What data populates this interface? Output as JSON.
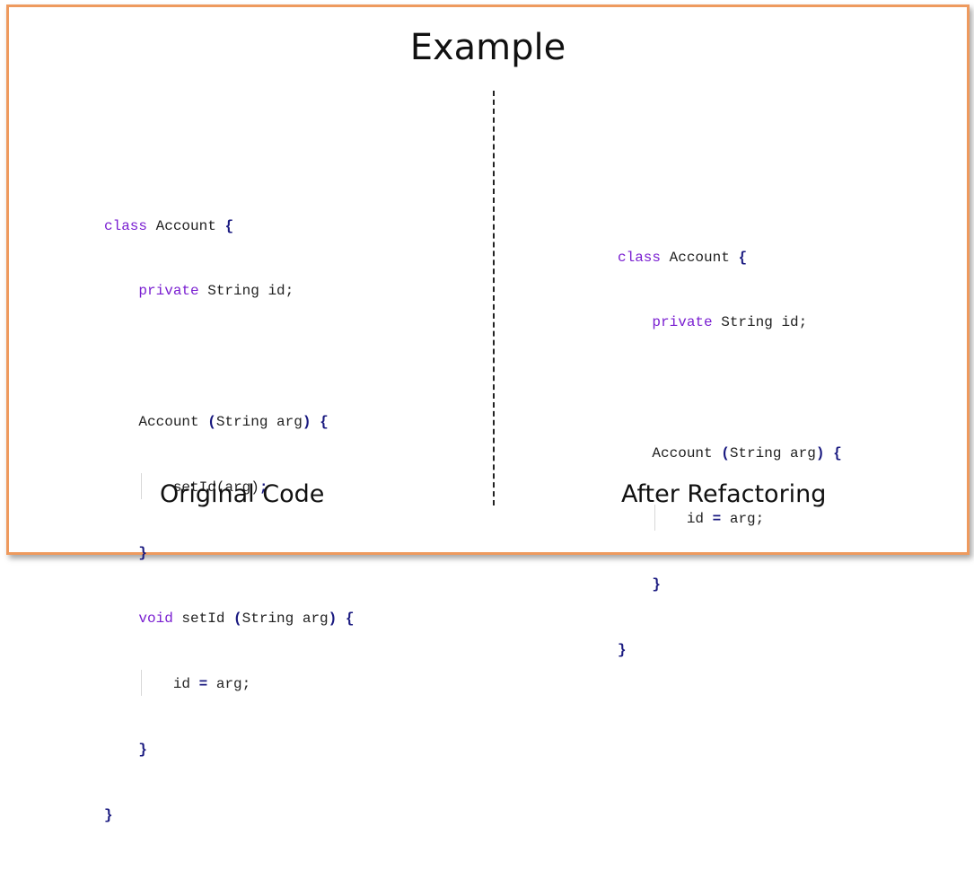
{
  "title": "Example",
  "left": {
    "caption": "Original Code",
    "code": {
      "l1_kw": "class",
      "l1_name": " Account ",
      "l1_brace": "{",
      "l2_indent": "    ",
      "l2_kw": "private",
      "l2_rest": " String id;",
      "l4_indent": "    ",
      "l4_name": "Account ",
      "l4_open": "(",
      "l4_args": "String arg",
      "l4_close": ")",
      "l4_space": " ",
      "l4_brace": "{",
      "l5_indent": "        ",
      "l5_call": "setId(arg)",
      "l5_semi": ";",
      "l6_indent": "    ",
      "l6_brace": "}",
      "l7_indent": "    ",
      "l7_kw": "void",
      "l7_name": " setId ",
      "l7_open": "(",
      "l7_args": "String arg",
      "l7_close": ")",
      "l7_space": " ",
      "l7_brace": "{",
      "l8_indent": "        ",
      "l8_id": "id ",
      "l8_eq": "=",
      "l8_rest": " arg;",
      "l9_indent": "    ",
      "l9_brace": "}",
      "l10_brace": "}"
    }
  },
  "right": {
    "caption": "After Refactoring",
    "code": {
      "l1_kw": "class",
      "l1_name": " Account ",
      "l1_brace": "{",
      "l2_indent": "    ",
      "l2_kw": "private",
      "l2_rest": " String id;",
      "l4_indent": "    ",
      "l4_name": "Account ",
      "l4_open": "(",
      "l4_args": "String arg",
      "l4_close": ")",
      "l4_space": " ",
      "l4_brace": "{",
      "l5_indent": "        ",
      "l5_id": "id ",
      "l5_eq": "=",
      "l5_rest": " arg;",
      "l6_indent": "    ",
      "l6_brace": "}",
      "l7_brace": "}"
    }
  },
  "colors": {
    "frame": "#ee9a5e",
    "keyword": "#7a1fd1",
    "brace": "#1a1a80"
  }
}
